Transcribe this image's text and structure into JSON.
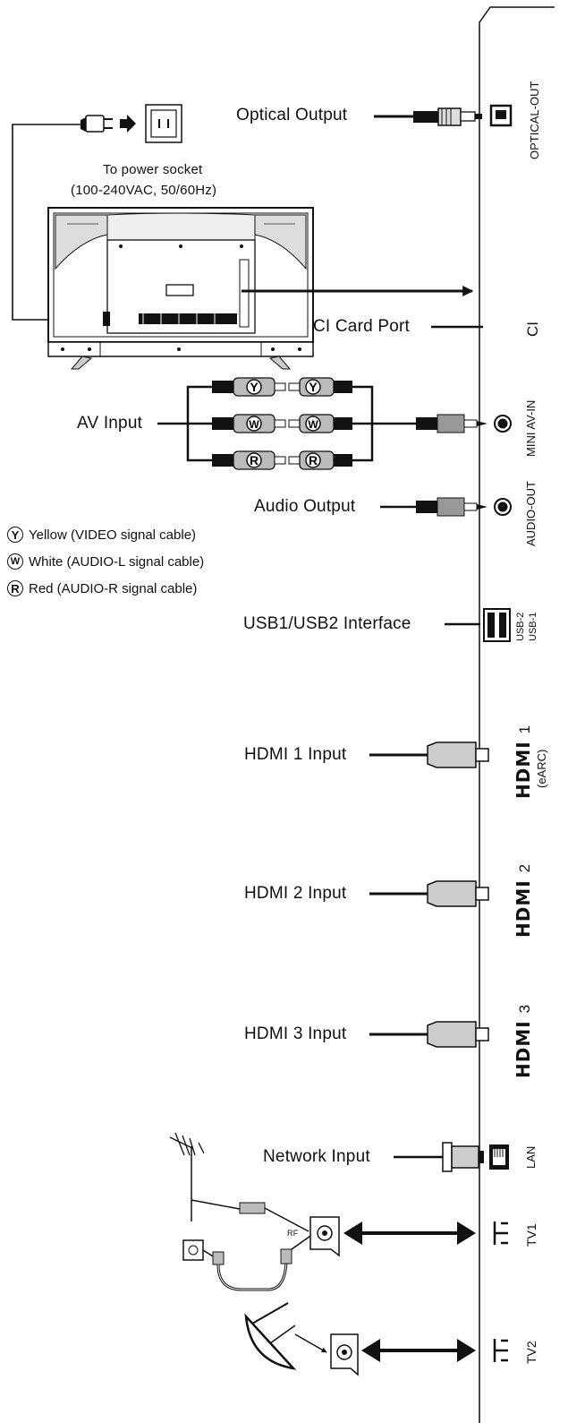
{
  "labels": {
    "optical_output": "Optical Output",
    "power_socket_line1": "To power socket",
    "power_socket_line2": "(100-240VAC, 50/60Hz)",
    "ci_card_port": "CI Card Port",
    "av_input": "AV Input",
    "audio_output": "Audio Output",
    "usb_interface": "USB1/USB2 Interface",
    "hdmi1_input": "HDMI 1 Input",
    "hdmi2_input": "HDMI 2 Input",
    "hdmi3_input": "HDMI 3 Input",
    "network_input": "Network Input",
    "rf": "RF"
  },
  "legend": [
    {
      "symbol": "Y",
      "text": "Yellow (VIDEO signal cable)"
    },
    {
      "symbol": "W",
      "text": "White (AUDIO-L signal cable)"
    },
    {
      "symbol": "R",
      "text": "Red (AUDIO-R signal cable)"
    }
  ],
  "ports": {
    "optical_out": "OPTICAL-OUT",
    "ci": "CI",
    "mini_av_in": "MINI AV-IN",
    "audio_out": "AUDIO-OUT",
    "usb2": "USB-2",
    "usb1": "USB-1",
    "hdmi_logo": "HDMI",
    "hdmi1_num": "1",
    "hdmi1_sub": "(eARC)",
    "hdmi2_num": "2",
    "hdmi3_num": "3",
    "lan": "LAN",
    "tv1": "TV1",
    "tv2": "TV2"
  }
}
